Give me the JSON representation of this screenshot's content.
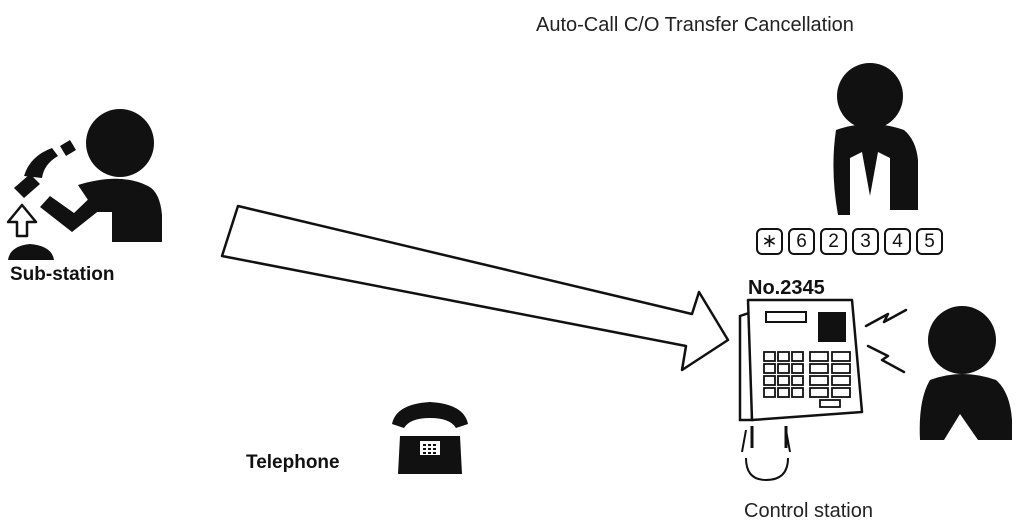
{
  "title": "Auto-Call C/O Transfer Cancellation",
  "labels": {
    "sub_station": "Sub-station",
    "telephone": "Telephone",
    "station_number": "No.2345",
    "control_station": "Control station"
  },
  "dial_keys": [
    "∗",
    "6",
    "2",
    "3",
    "4",
    "5"
  ],
  "icons": {
    "sub_station_person": "person-with-handset-icon",
    "hook_up_arrow": "arrow-up-icon",
    "telephone": "desk-telephone-icon",
    "operator_person": "person-icon",
    "control_station_phone": "control-station-telephone-icon",
    "ringing_person": "person-icon"
  }
}
